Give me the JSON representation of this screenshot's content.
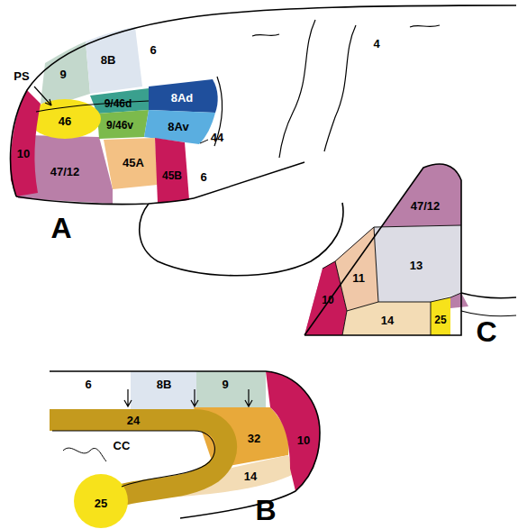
{
  "diagram": {
    "labels": [
      "6",
      "4",
      "PS",
      "9",
      "8B",
      "46",
      "9/46d",
      "8Ad",
      "9/46v",
      "8Av",
      "44",
      "10",
      "47/12",
      "45A",
      "45B",
      "6",
      "A",
      "47/12",
      "13",
      "10",
      "11",
      "14",
      "25",
      "C",
      "6",
      "8B",
      "9",
      "24",
      "CC",
      "32",
      "10",
      "14",
      "25",
      "B"
    ]
  }
}
